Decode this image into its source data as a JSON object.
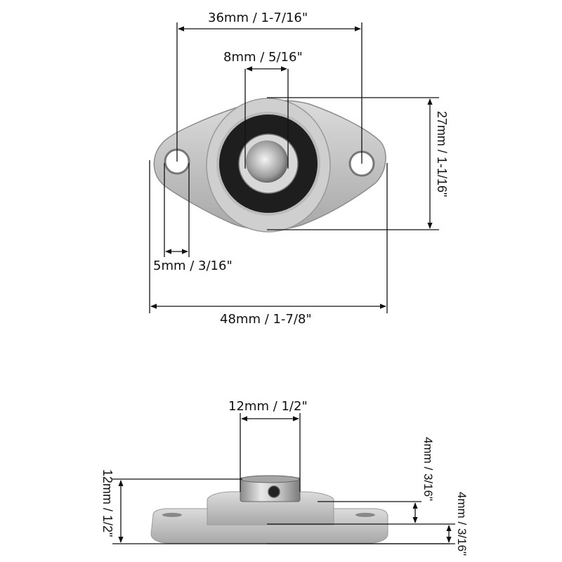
{
  "top_view": {
    "title": "Top view of flange bearing",
    "dimensions": {
      "hole_spacing": "36mm / 1-7/16\"",
      "bore_diameter": "8mm / 5/16\"",
      "flange_height": "27mm / 1-1/16\"",
      "mount_hole_diameter": "5mm / 3/16\"",
      "overall_length": "48mm / 1-7/8\""
    }
  },
  "side_view": {
    "title": "Side view of flange bearing",
    "dimensions": {
      "collar_diameter": "12mm / 1/2\"",
      "overall_height": "12mm / 1/2\"",
      "housing_height": "4mm / 3/16\"",
      "base_thickness": "4mm / 3/16\""
    }
  },
  "colors": {
    "background": "#ffffff",
    "line": "#111111",
    "housing": "#c9c9c9",
    "housing_dark": "#9a9a9a",
    "seal": "#1e1e1e",
    "inner_ring": "#d8d8d8"
  }
}
